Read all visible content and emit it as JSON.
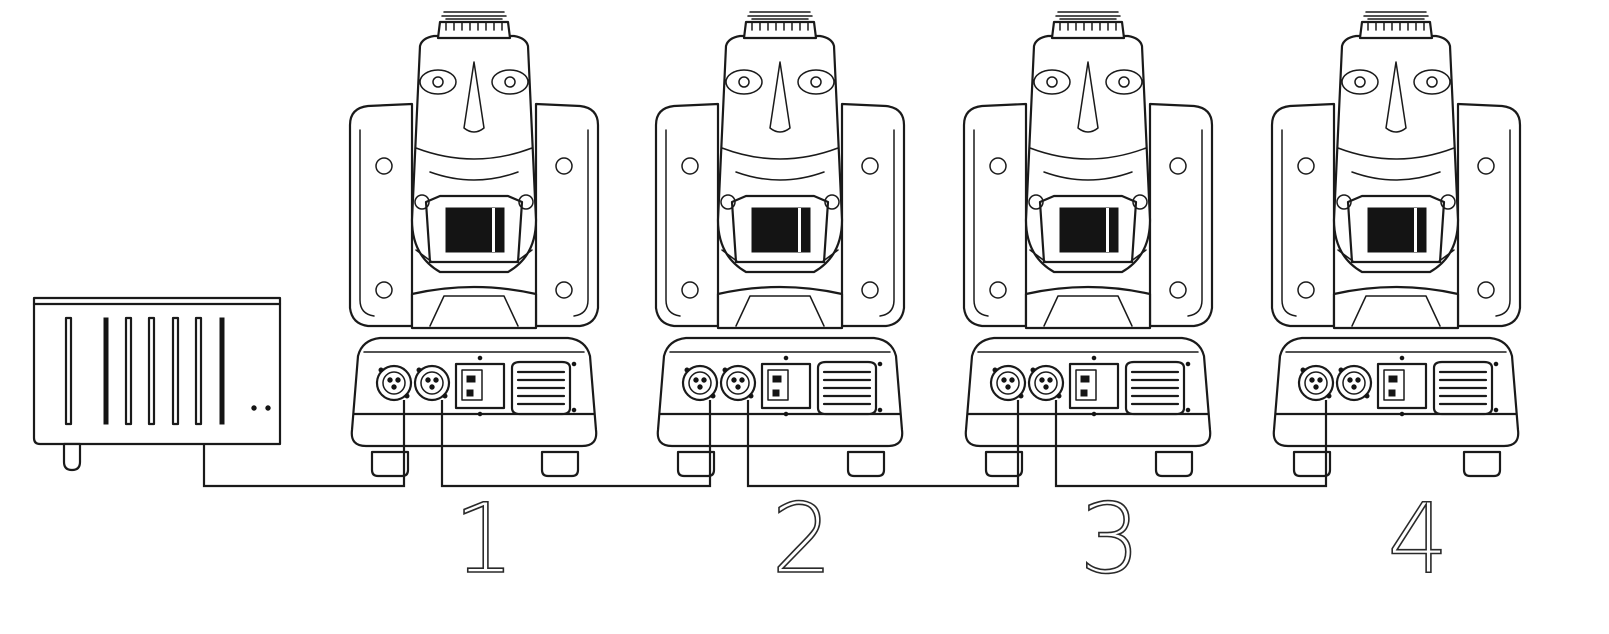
{
  "diagram": {
    "fixture_labels": [
      "1",
      "2",
      "3",
      "4"
    ],
    "colors": {
      "line": "#1a1a1a",
      "background": "#ffffff"
    }
  }
}
